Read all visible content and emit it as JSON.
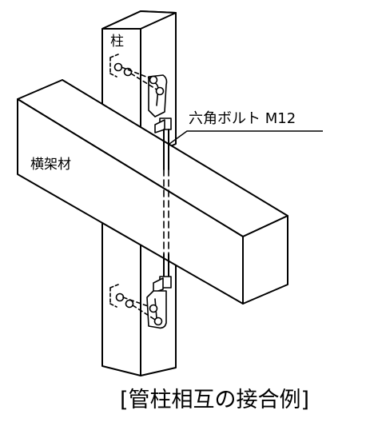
{
  "diagram": {
    "labels": {
      "column": "柱",
      "bolt": "六角ボルト M12",
      "beam": "横架材"
    },
    "caption": "[管柱相互の接合例]"
  }
}
